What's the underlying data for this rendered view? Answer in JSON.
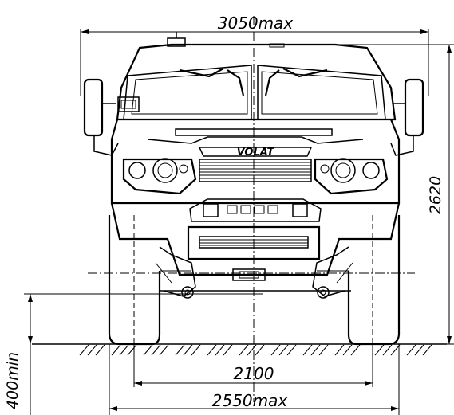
{
  "drawing": {
    "subject": "Armored vehicle front view with overall dimensions",
    "brand_badge": "VOLAT",
    "dimensions": {
      "overall_width": "3050max",
      "height": "2620",
      "track_width": "2100",
      "base_width": "2550max",
      "ground_clearance": "400min"
    }
  }
}
